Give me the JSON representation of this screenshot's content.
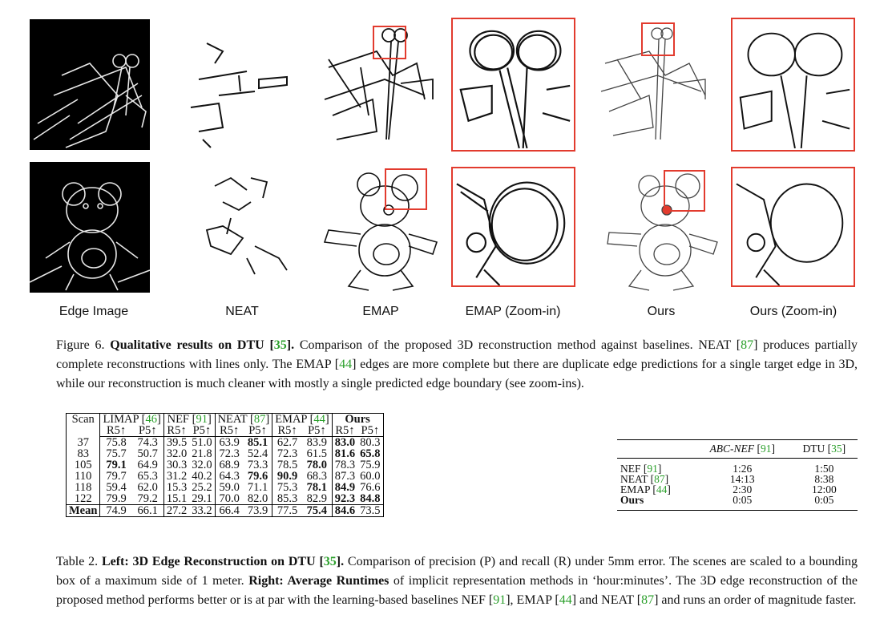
{
  "figure": {
    "column_labels": [
      "Edge Image",
      "NEAT",
      "EMAP",
      "EMAP (Zoom-in)",
      "Ours",
      "Ours (Zoom-in)"
    ],
    "rows": [
      "scissors-scene",
      "teddy-bear-scene"
    ]
  },
  "figure_caption": {
    "prefix": "Figure 6. ",
    "bold": "Qualitative results on DTU [",
    "ref_dtu": "35",
    "bold_end": "].",
    "text1": " Comparison of the proposed 3D reconstruction method against baselines. NEAT [",
    "ref_neat": "87",
    "text2": "] produces partially complete reconstructions with lines only. The EMAP [",
    "ref_emap": "44",
    "text3": "] edges are more complete but there are duplicate edge predictions for a single target edge in 3D, while our reconstruction is much cleaner with mostly a single predicted edge boundary (see zoom-ins)."
  },
  "left_table": {
    "scan_header": "Scan",
    "methods": [
      {
        "name": "LIMAP",
        "ref": "46"
      },
      {
        "name": "NEF",
        "ref": "91"
      },
      {
        "name": "NEAT",
        "ref": "87"
      },
      {
        "name": "EMAP",
        "ref": "44"
      },
      {
        "name": "Ours",
        "ref": ""
      }
    ],
    "r5": "R5↑",
    "p5": "P5↑",
    "rows": [
      {
        "scan": "37",
        "v": [
          "75.8",
          "74.3",
          "39.5",
          "51.0",
          "63.9",
          "85.1",
          "62.7",
          "83.9",
          "83.0",
          "80.3"
        ]
      },
      {
        "scan": "83",
        "v": [
          "75.7",
          "50.7",
          "32.0",
          "21.8",
          "72.3",
          "52.4",
          "72.3",
          "61.5",
          "81.6",
          "65.8"
        ]
      },
      {
        "scan": "105",
        "v": [
          "79.1",
          "64.9",
          "30.3",
          "32.0",
          "68.9",
          "73.3",
          "78.5",
          "78.0",
          "78.3",
          "75.9"
        ]
      },
      {
        "scan": "110",
        "v": [
          "79.7",
          "65.3",
          "31.2",
          "40.2",
          "64.3",
          "79.6",
          "90.9",
          "68.3",
          "87.3",
          "60.0"
        ]
      },
      {
        "scan": "118",
        "v": [
          "59.4",
          "62.0",
          "15.3",
          "25.2",
          "59.0",
          "71.1",
          "75.3",
          "78.1",
          "84.9",
          "76.6"
        ]
      },
      {
        "scan": "122",
        "v": [
          "79.9",
          "79.2",
          "15.1",
          "29.1",
          "70.0",
          "82.0",
          "85.3",
          "82.9",
          "92.3",
          "84.8"
        ]
      }
    ],
    "mean": {
      "label": "Mean",
      "v": [
        "74.9",
        "66.1",
        "27.2",
        "33.2",
        "66.4",
        "73.9",
        "77.5",
        "75.4",
        "84.6",
        "73.5"
      ]
    },
    "bold_cells": [
      [
        0,
        5
      ],
      [
        0,
        8
      ],
      [
        1,
        8
      ],
      [
        1,
        9
      ],
      [
        2,
        0
      ],
      [
        2,
        7
      ],
      [
        3,
        5
      ],
      [
        3,
        6
      ],
      [
        4,
        7
      ],
      [
        4,
        8
      ],
      [
        5,
        8
      ],
      [
        5,
        9
      ]
    ],
    "bold_mean": [
      7,
      8
    ]
  },
  "right_table": {
    "headers": [
      "",
      "ABC-NEF",
      "DTU"
    ],
    "header_refs": [
      "",
      "91",
      "35"
    ],
    "rows": [
      {
        "method": "NEF",
        "ref": "91",
        "abc": "1:26",
        "dtu": "1:50"
      },
      {
        "method": "NEAT",
        "ref": "87",
        "abc": "14:13",
        "dtu": "8:38"
      },
      {
        "method": "EMAP",
        "ref": "44",
        "abc": "2:30",
        "dtu": "12:00"
      },
      {
        "method": "Ours",
        "ref": "",
        "abc": "0:05",
        "dtu": "0:05"
      }
    ]
  },
  "table_caption": {
    "prefix": "Table 2. ",
    "bold1": "Left: 3D Edge Reconstruction on DTU [",
    "ref_dtu": "35",
    "bold1_end": "].",
    "text1": " Comparison of precision (P) and recall (R) under 5mm error. The scenes are scaled to a bounding box of a maximum side of 1 meter. ",
    "bold2": "Right: Average Runtimes",
    "text2": " of implicit representation methods in ‘hour:minutes’. The 3D edge reconstruction of the proposed method performs better or is at par with the learning-based baselines NEF [",
    "ref_nef": "91",
    "text3": "], EMAP [",
    "ref_emap": "44",
    "text4": "] and NEAT [",
    "ref_neat": "87",
    "text5": "] and runs an order of magnitude faster."
  }
}
